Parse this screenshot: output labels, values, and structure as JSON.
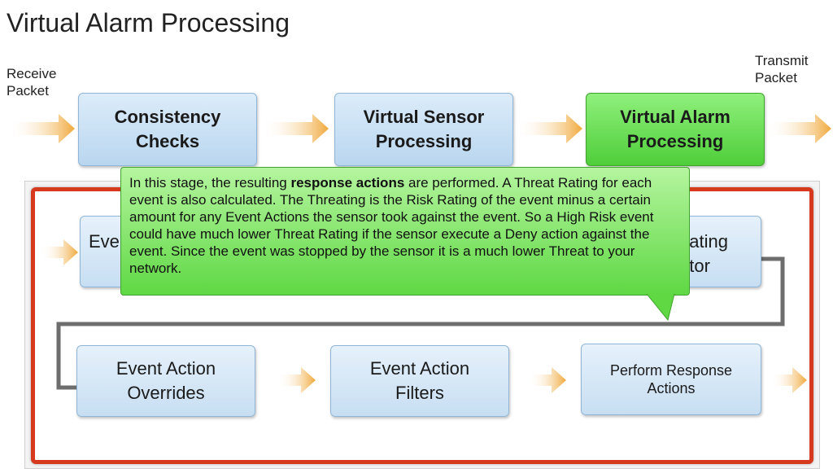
{
  "title": "Virtual Alarm Processing",
  "labels": {
    "receive_line1": "Receive",
    "receive_line2": "Packet",
    "transmit_line1": "Transmit",
    "transmit_line2": "Packet"
  },
  "top_row": [
    {
      "line1": "Consistency",
      "line2": "Checks"
    },
    {
      "line1": "Virtual Sensor",
      "line2": "Processing"
    },
    {
      "line1": "Virtual Alarm",
      "line2": "Processing"
    }
  ],
  "middle_row": [
    {
      "line1": "Eve",
      "line2": ""
    },
    {
      "line1": "ating",
      "line2": "tor"
    }
  ],
  "bottom_row": [
    {
      "line1": "Event Action",
      "line2": "Overrides"
    },
    {
      "line1": "Event Action",
      "line2": "Filters"
    },
    {
      "line1": "Perform Response",
      "line2": "Actions"
    }
  ],
  "callout": {
    "text_before": "In this stage, the resulting ",
    "bold": "response actions",
    "text_after": " are performed.  A Threat Rating for each event is also calculated.  The Threating is the Risk Rating of the event minus a certain amount for any Event Actions the sensor took against the event.  So a High Risk event could have much lower Threat Rating if the sensor execute a Deny action against the event.  Since the event was stopped by the sensor it is a much lower Threat to your network."
  },
  "colors": {
    "box_blue": "#c7def2",
    "box_green": "#5fd844",
    "arrow_orange": "#f0a83a",
    "frame_red": "#d53a1e",
    "connector_gray": "#6d6d6d"
  }
}
